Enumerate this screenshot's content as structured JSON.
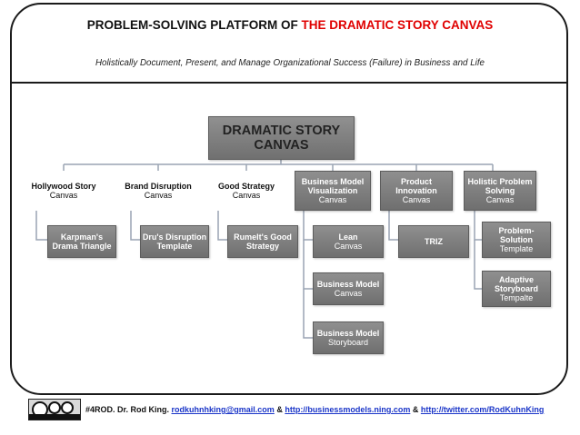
{
  "header": {
    "title_prefix": "PROBLEM-SOLVING PLATFORM OF ",
    "title_accent": "THE DRAMATIC STORY CANVAS",
    "subtitle": "Holistically Document, Present, and Manage Organizational Success (Failure) in Business and Life",
    "accent_color": "#e00000"
  },
  "root": {
    "line1": "DRAMATIC STORY",
    "line2": "CANVAS"
  },
  "categories": [
    {
      "title": "Hollywood Story",
      "sub": "Canvas"
    },
    {
      "title": "Brand Disruption",
      "sub": "Canvas"
    },
    {
      "title": "Good Strategy",
      "sub": "Canvas"
    },
    {
      "title": "Business Model Visualization",
      "sub": "Canvas"
    },
    {
      "title": "Product Innovation",
      "sub": "Canvas"
    },
    {
      "title": "Holistic Problem Solving",
      "sub": "Canvas"
    }
  ],
  "leaves": {
    "hollywood": {
      "title": "Karpman's Drama Triangle"
    },
    "brand": {
      "title": "Dru's Disruption Template"
    },
    "strategy": {
      "title": "Rumelt's Good Strategy"
    },
    "bm_lean": {
      "title": "Lean",
      "sub": "Canvas"
    },
    "bm_canvas": {
      "title": "Business Model",
      "sub": "Canvas"
    },
    "bm_story": {
      "title": "Business Model",
      "sub": "Storyboard"
    },
    "triz": {
      "title": "TRIZ"
    },
    "ps_solution": {
      "title": "Problem-Solution",
      "sub": "Template"
    },
    "ps_adaptive": {
      "title": "Adaptive Storyboard",
      "sub": "Tempalte"
    }
  },
  "footer": {
    "license": "cc BY NC SA",
    "author": "#4ROD. Dr. Rod King. ",
    "email": "rodkuhnhking@gmail.com",
    "sep1": " & ",
    "site": "http://businessmodels.ning.com",
    "sep2": " & ",
    "twitter": "http://twitter.com/RodKuhnKing"
  }
}
